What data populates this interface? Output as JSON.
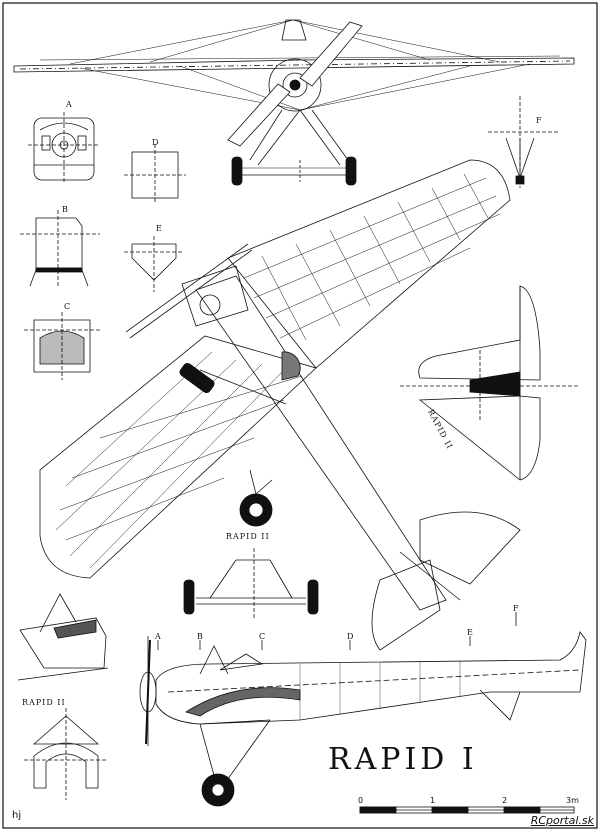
{
  "title": "RAPID  I",
  "credit": "hj",
  "watermark": "RCportal.sk",
  "view_labels": {
    "A": "A",
    "B": "B",
    "C": "C",
    "D": "D",
    "E": "E",
    "F": "F"
  },
  "side_view_stations": [
    "A",
    "B",
    "C",
    "D",
    "E",
    "F"
  ],
  "captions": {
    "tail_plan": "RAPID  II",
    "undercarriage": "RAPID  II",
    "front_detail": "RAPID  II"
  },
  "scale": {
    "ticks": [
      "0",
      "1",
      "2",
      "3m"
    ]
  },
  "colors": {
    "ink": "#111111",
    "paper": "#ffffff"
  }
}
